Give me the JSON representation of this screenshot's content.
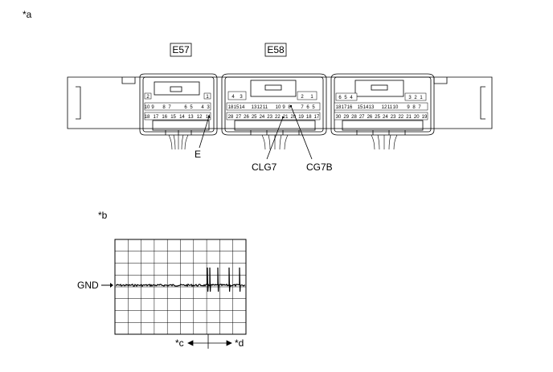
{
  "figure_labels": {
    "a": "*a",
    "b": "*b",
    "c": "*c",
    "d": "*d"
  },
  "connectors": {
    "e57": "E57",
    "e58": "E58"
  },
  "terminals": {
    "e": "E",
    "clg7": "CLG7",
    "cg7b": "CG7B"
  },
  "waveform": {
    "gnd_label": "GND"
  },
  "pins": {
    "e57": {
      "row0": [
        "2",
        "1"
      ],
      "row1": [
        "10",
        "9",
        "8",
        "7",
        "6",
        "5",
        "4",
        "3"
      ],
      "row2": [
        "18",
        "17",
        "16",
        "15",
        "14",
        "13",
        "12",
        "11"
      ]
    },
    "e58": {
      "row0": [
        "4",
        "3",
        "2",
        "1"
      ],
      "row1": [
        "18",
        "15",
        "14",
        "13",
        "12",
        "11",
        "10",
        "9",
        "8",
        "7",
        "6",
        "5"
      ],
      "row2": [
        "28",
        "27",
        "26",
        "25",
        "24",
        "23",
        "22",
        "21",
        "20",
        "19",
        "18",
        "17"
      ]
    },
    "e59": {
      "row0": [
        "6",
        "5",
        "4",
        "3",
        "2",
        "1"
      ],
      "row1": [
        "18",
        "17",
        "16",
        "15",
        "14",
        "13",
        "12",
        "11",
        "10",
        "9",
        "8",
        "7"
      ],
      "row2": [
        "30",
        "29",
        "28",
        "27",
        "26",
        "25",
        "24",
        "23",
        "22",
        "21",
        "20",
        "19"
      ]
    }
  }
}
